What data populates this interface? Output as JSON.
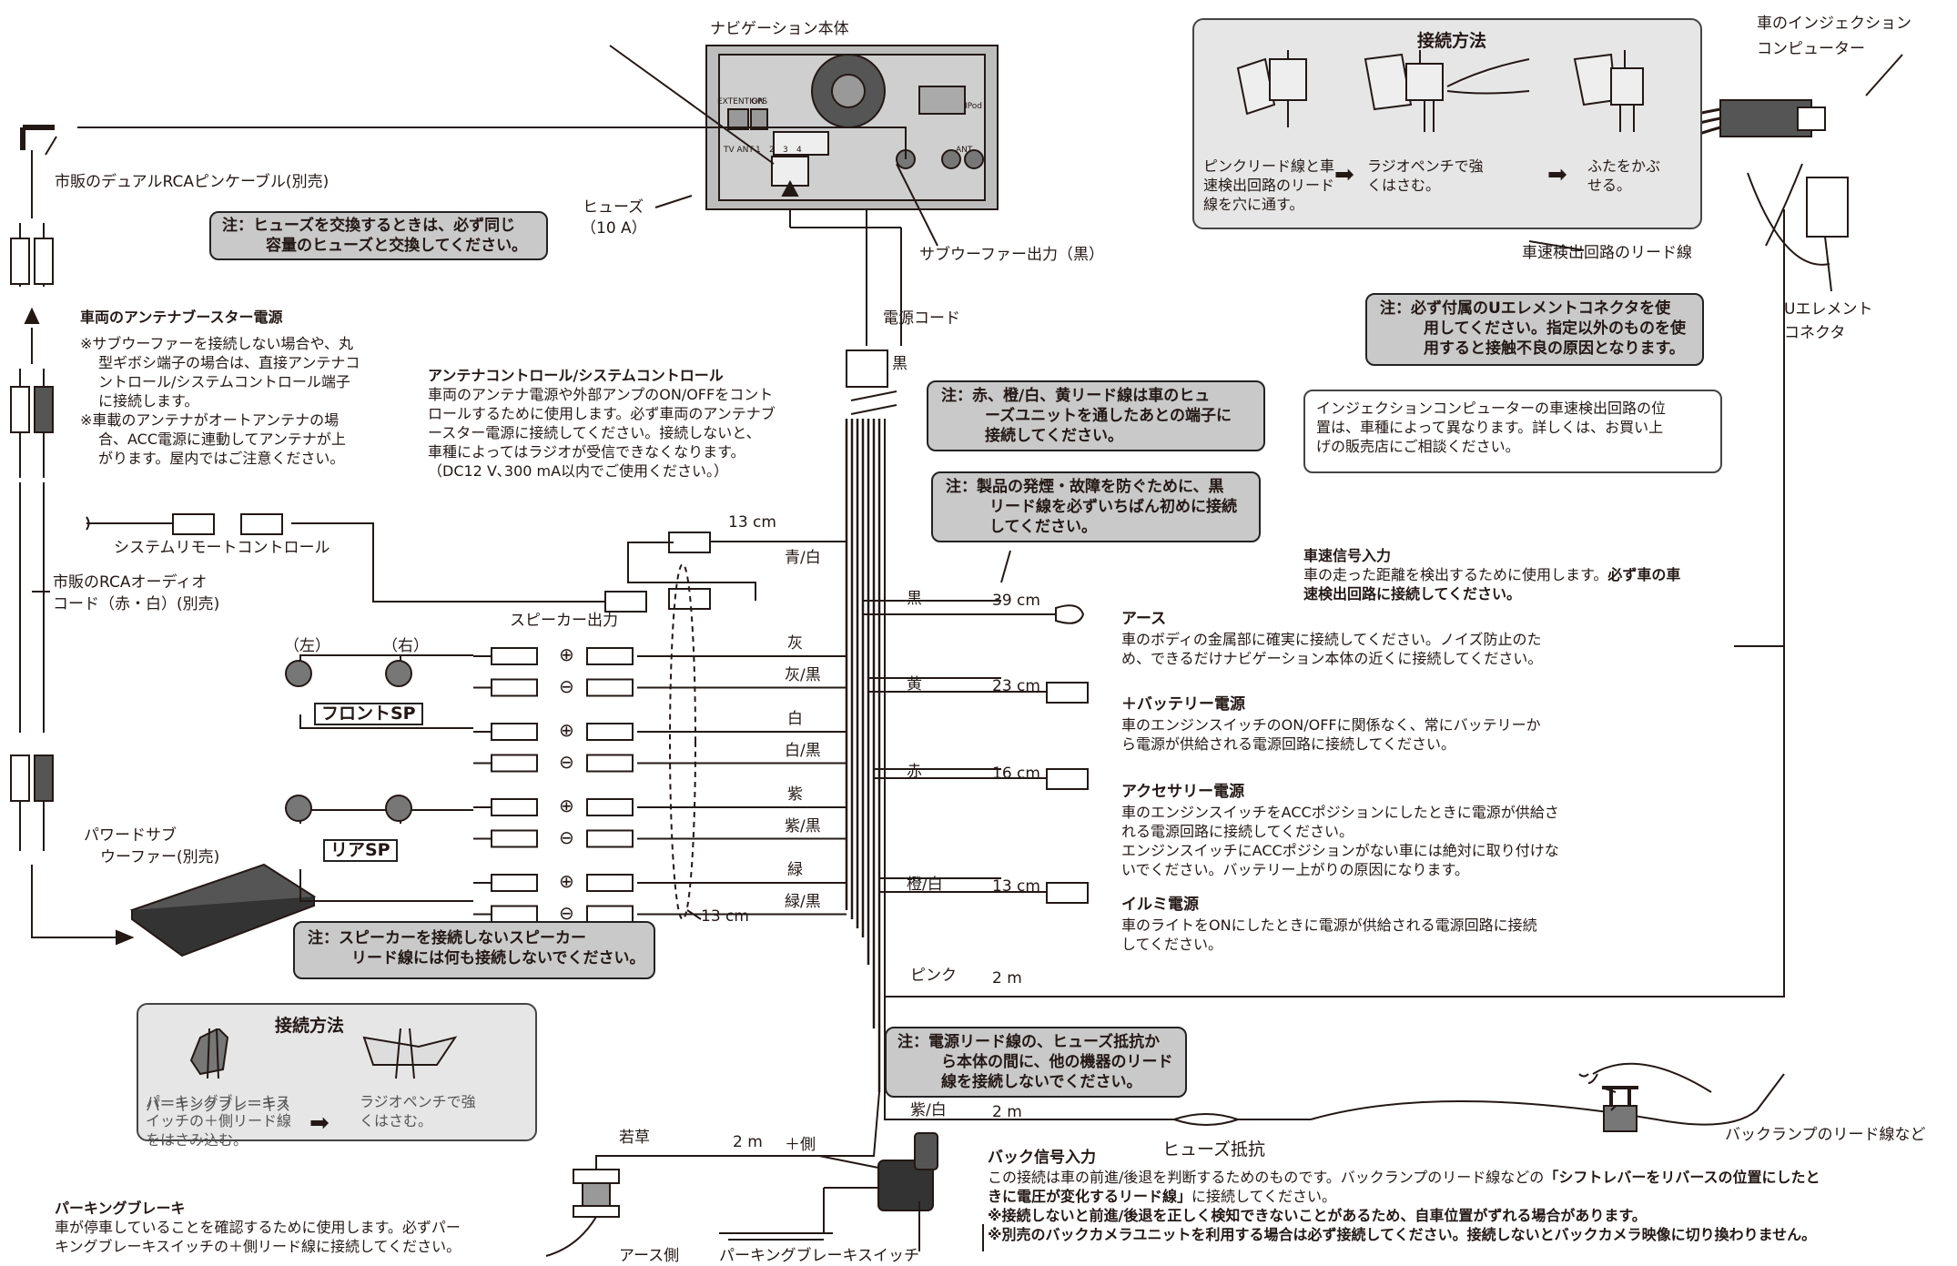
{
  "unit": {
    "title": "ナビゲーション本体",
    "ports": [
      "EXTENTION",
      "GPS",
      "TV ANT",
      "1",
      "2",
      "3",
      "4",
      "IPod",
      "ANT"
    ],
    "fuse": [
      "ヒューズ",
      "（10 A）"
    ],
    "subwoofer_out": "サブウーファー出力（黒）",
    "power_cord": "電源コード",
    "black": "黒"
  },
  "rca_cable": "市販のデュアルRCAピンケーブル(別売)",
  "fuse_callout": [
    "注：ヒューズを交換するときは、必ず同じ",
    "容量のヒューズと交換してください。"
  ],
  "antenna_booster": {
    "title": "車両のアンテナブースター電源",
    "notes": [
      "※サブウーファーを接続しない場合や、丸",
      "型ギボシ端子の場合は、直接アンテナコ",
      "ントロール/システムコントロール端子",
      "に接続します。",
      "※車載のアンテナがオートアンテナの場",
      "合、ACC電源に連動してアンテナが上",
      "がります。屋内ではご注意ください。"
    ]
  },
  "antenna_control": {
    "title": "アンテナコントロール/システムコントロール",
    "lines": [
      "車両のアンテナ電源や外部アンプのON/OFFをコント",
      "ロールするために使用します。必ず車両のアンテナブ",
      "ースター電源に接続してください。接続しないと、",
      "車種によってはラジオが受信できなくなります。",
      "（DC12 V､300 mA以内でご使用ください。）"
    ]
  },
  "system_remote": "システムリモートコントロール",
  "rca_audio": [
    "市販のRCAオーディオ",
    "コード（赤・白）(別売)"
  ],
  "speaker_out": "スピーカー出力",
  "left": "（左）",
  "right": "（右）",
  "front_sp": "フロントSP",
  "rear_sp": "リアSP",
  "powered_sub": [
    "パワードサブ",
    "ウーファー(別売)"
  ],
  "plus_sign": "⊕",
  "minus_sign": "⊖",
  "speaker_wires": [
    "灰",
    "灰/黒",
    "白",
    "白/黒",
    "紫",
    "紫/黒",
    "緑",
    "緑/黒"
  ],
  "len_13cm": "13 cm",
  "blue_white": "青/白",
  "speaker_callout": [
    "注：スピーカーを接続しないスピーカー",
    "リード線には何も接続しないでください。"
  ],
  "parking_method": {
    "title": "接続方法",
    "step1": [
      "パーキングブレーキス",
      "イッチの＋側リード線",
      "をはさみ込む。"
    ],
    "step2": [
      "ラジオペンチで強",
      "くはさむ。"
    ]
  },
  "parking_brake": {
    "title": "パーキングブレーキ",
    "lines": [
      "車が停車していることを確認するために使用します。必ずパー",
      "キングブレーキスイッチの＋側リード線に接続してください。"
    ],
    "wire": "若草",
    "len": "2 m",
    "plus_side": "＋側",
    "ground_side": "アース側",
    "switch": "パーキングブレーキスイッチ"
  },
  "red_callout": [
    "注：赤、橙/白、黄リード線は車のヒュ",
    "ーズユニットを通したあとの端子に",
    "接続してください。"
  ],
  "black_callout": [
    "注：製品の発煙・故障を防ぐために、黒",
    "リード線を必ずいちばん初めに接続",
    "してください。"
  ],
  "wires": [
    {
      "color": "黒",
      "len": "39 cm",
      "title": "アース",
      "lines": [
        "車のボディの金属部に確実に接続してください。ノイズ防止のた",
        "め、できるだけナビゲーション本体の近くに接続してください。"
      ]
    },
    {
      "color": "黄",
      "len": "23 cm",
      "title": "＋バッテリー電源",
      "lines": [
        "車のエンジンスイッチのON/OFFに関係なく、常にバッテリーか",
        "ら電源が供給される電源回路に接続してください。"
      ]
    },
    {
      "color": "赤",
      "len": "16 cm",
      "title": "アクセサリー電源",
      "lines": [
        "車のエンジンスイッチをACCポジションにしたときに電源が供給さ",
        "れる電源回路に接続してください。",
        "エンジンスイッチにACCポジションがない車には絶対に取り付けな",
        "いでください。バッテリー上がりの原因になります。"
      ]
    },
    {
      "color": "橙/白",
      "len": "13 cm",
      "title": "イルミ電源",
      "lines": [
        "車のライトをONにしたときに電源が供給される電源回路に接続",
        "してください。"
      ]
    }
  ],
  "pink": {
    "color": "ピンク",
    "len": "2 m"
  },
  "power_callout": [
    "注：電源リード線の、ヒューズ抵抗か",
    "ら本体の間に、他の機器のリード",
    "線を接続しないでください。"
  ],
  "purple_white": {
    "color": "紫/白",
    "len": "2 m"
  },
  "fuse_resistor": "ヒューズ抵抗",
  "back_lamp": "バックランプのリード線など",
  "back_signal": {
    "title": "バック信号入力",
    "line1": "この接続は車の前進/後退を判断するためのものです。バックランプのリード線などの",
    "line1b": "「シフトレバーをリバースの位置にしたと",
    "line2b": "きに電圧が変化するリード線」",
    "line2": "に接続してください。",
    "note1": "※接続しないと前進/後退を正しく検知できないことがあるため、自車位置がずれる場合があります。",
    "note2": "※別売のバックカメラユニットを利用する場合は必ず接続してください。接続しないとバックカメラ映像に切り換わりません。"
  },
  "top_method": {
    "title": "接続方法",
    "step1": [
      "ピンクリード線と車",
      "速検出回路のリード",
      "線を穴に通す。"
    ],
    "step2": [
      "ラジオペンチで強",
      "くはさむ。"
    ],
    "step3": [
      "ふたをかぶ",
      "せる。"
    ]
  },
  "injection": [
    "車のインジェクション",
    "コンピューター"
  ],
  "speed_lead": "車速検出回路のリード線",
  "u_element": [
    "Uエレメント",
    "コネクタ"
  ],
  "u_callout": [
    "注：必ず付属のUエレメントコネクタを使",
    "用してください。指定以外のものを使",
    "用すると接触不良の原因となります。"
  ],
  "injection_note": [
    "インジェクションコンピューターの車速検出回路の位",
    "置は、車種によって異なります。詳しくは、お買い上",
    "げの販売店にご相談ください。"
  ],
  "speed_signal": {
    "title": "車速信号入力",
    "line1": "車の走った距離を検出するために使用します。",
    "line1b": "必ず車の車",
    "line2b": "速検出回路に接続してください。"
  }
}
